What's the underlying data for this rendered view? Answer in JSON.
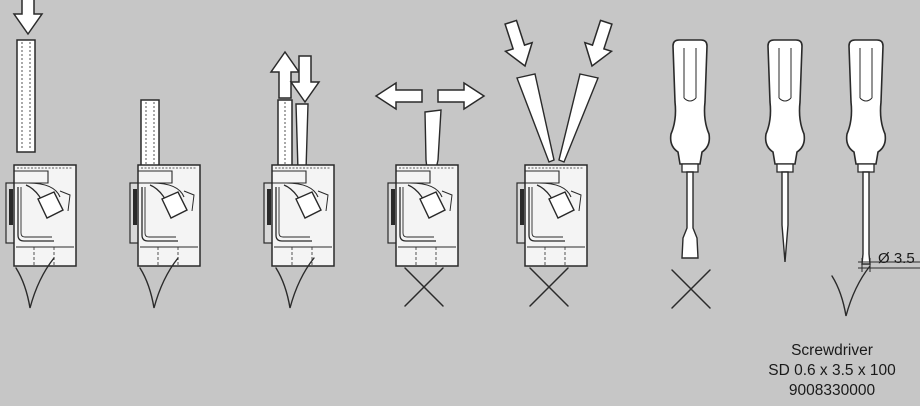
{
  "colors": {
    "background": "#c6c6c6",
    "line": "#2a2a2a",
    "arrow_fill": "#ffffff",
    "part_fill": "#f4f4f4",
    "part_shadow": "#d9d9d9"
  },
  "steps": [
    {
      "arrows": "down",
      "tool": "insert-straight",
      "verdict": "check"
    },
    {
      "arrows": "none",
      "tool": "inserted",
      "verdict": "check"
    },
    {
      "arrows": "up-down",
      "tool": "pry-release",
      "verdict": "check"
    },
    {
      "arrows": "left-right",
      "tool": "lever-side",
      "verdict": "cross"
    },
    {
      "arrows": "two-down",
      "tool": "two-blades",
      "verdict": "cross"
    }
  ],
  "screwdrivers": [
    {
      "tip": "flat-wide",
      "verdict": "cross"
    },
    {
      "tip": "pointed",
      "verdict": "none"
    },
    {
      "tip": "flat-narrow",
      "verdict": "check"
    }
  ],
  "icons": {
    "check": "check-mark-icon",
    "cross": "cross-mark-icon",
    "arrow": "outline-arrow-icon"
  },
  "dimension": {
    "label": "Ø 3.5"
  },
  "caption": {
    "line1": "Screwdriver",
    "line2": "SD 0.6 x 3.5 x 100",
    "line3": "9008330000"
  }
}
